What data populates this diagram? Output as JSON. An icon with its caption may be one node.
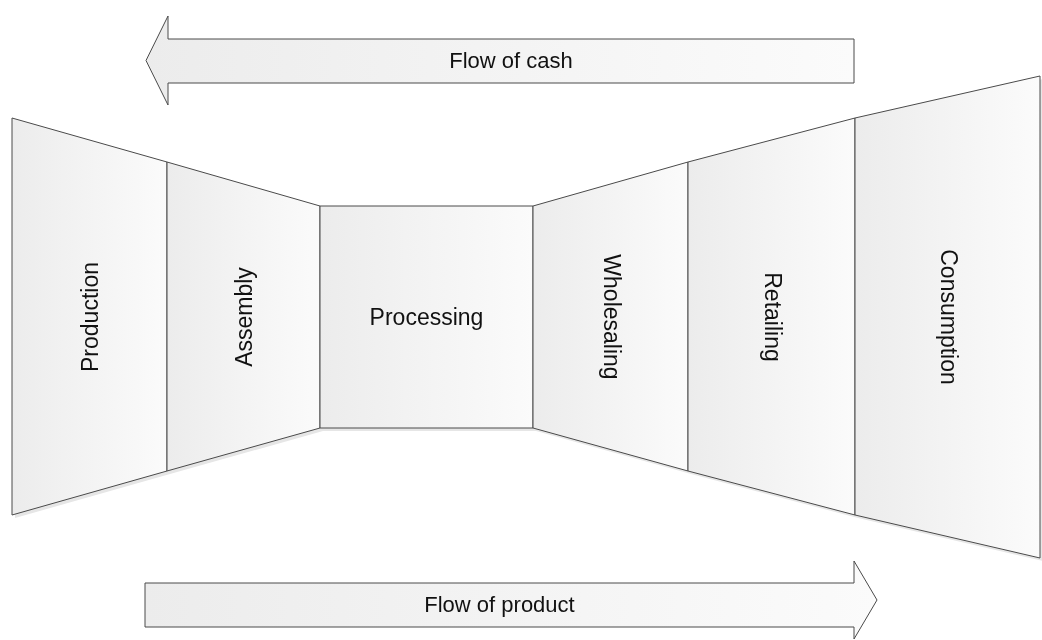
{
  "diagram": {
    "nodes": [
      {
        "text": [
          "Production"
        ]
      },
      {
        "text": [
          "Assembly"
        ]
      },
      {
        "text": [
          "Processing"
        ]
      },
      {
        "text": [
          "Wholesaling"
        ]
      },
      {
        "text": [
          "Retailing"
        ]
      },
      {
        "text": [
          "Consumption"
        ]
      }
    ],
    "labels": [
      "Flow of cash",
      "Flow of product"
    ]
  }
}
